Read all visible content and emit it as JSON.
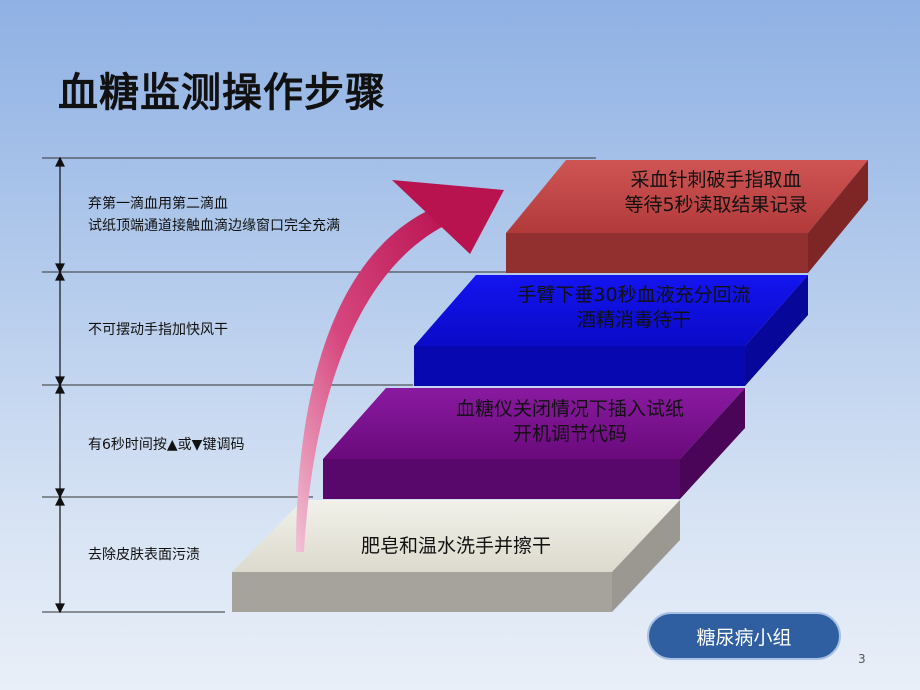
{
  "slide": {
    "title": "血糖监测操作步骤",
    "page_number": "3",
    "badge": "糖尿病小组"
  },
  "notes": [
    {
      "lines": [
        "弃第一滴血用第二滴血",
        "试纸顶端通道接触血滴边缘窗口完全充满"
      ]
    },
    {
      "lines": [
        "不可摆动手指加快风干"
      ]
    },
    {
      "lines": [
        "有6秒时间按▲或▼键调码"
      ]
    },
    {
      "lines": [
        "去除皮肤表面污渍"
      ]
    }
  ],
  "steps": [
    {
      "lines": [
        "肥皂和温水洗手并擦干"
      ],
      "color": "#eceadf"
    },
    {
      "lines": [
        "血糖仪关闭情况下插入试纸",
        "开机调节代码"
      ],
      "color": "#7a0c8c"
    },
    {
      "lines": [
        "手臂下垂30秒血液充分回流",
        "酒精消毒待干"
      ],
      "color": "#1010e0"
    },
    {
      "lines": [
        "采血针刺破手指取血",
        "等待5秒读取结果记录"
      ],
      "color": "#c44444"
    }
  ],
  "colors": {
    "arrow": "#c41f5f",
    "badge": "#2f5fa0"
  }
}
